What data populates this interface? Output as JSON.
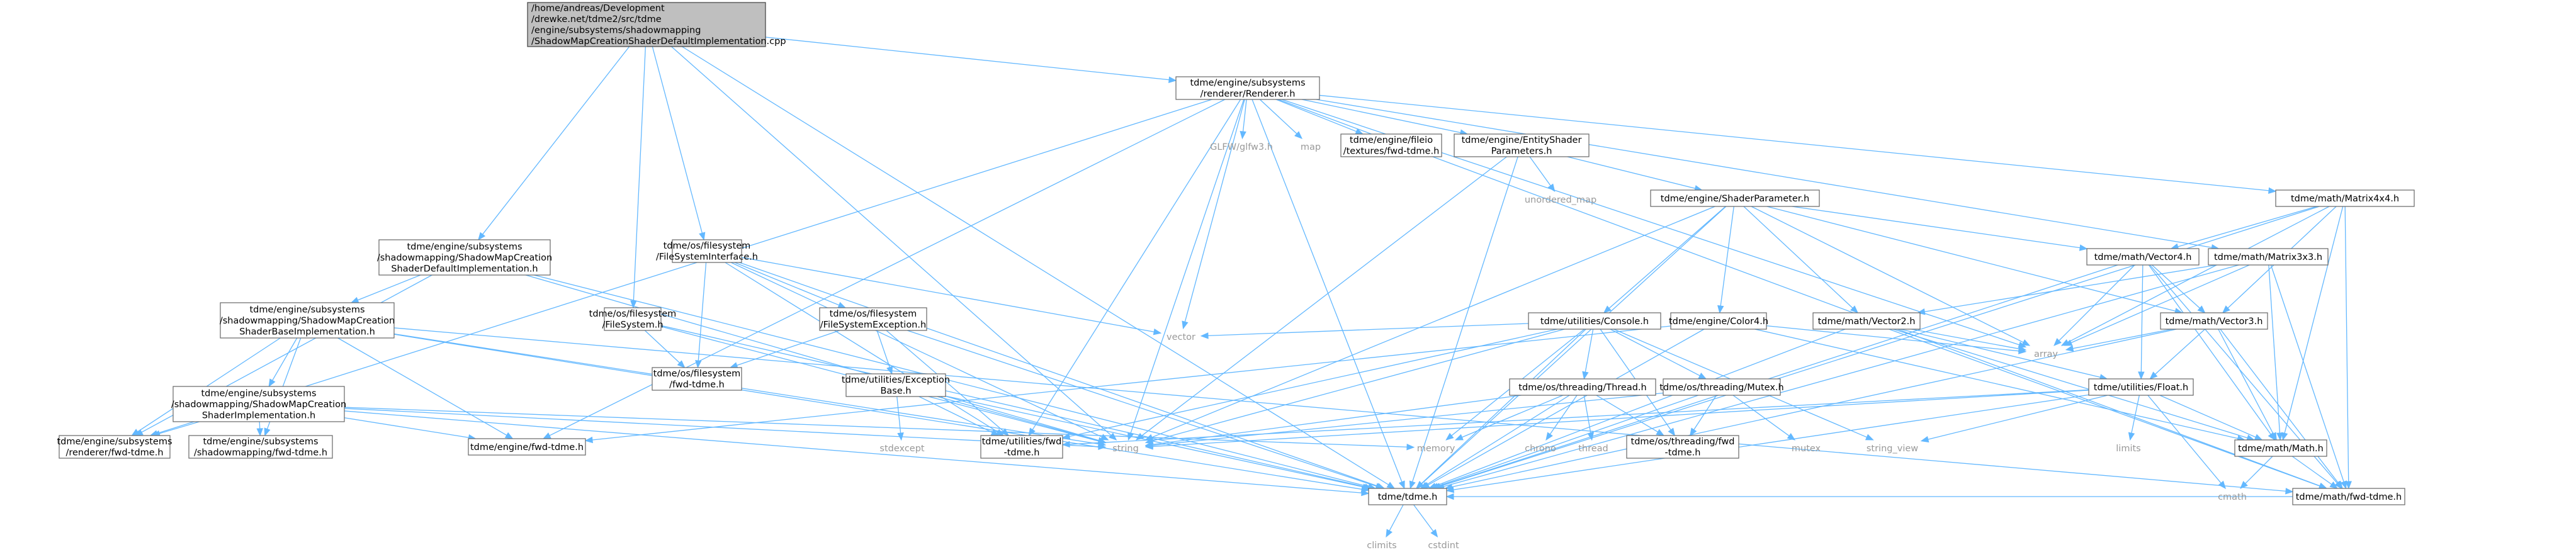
{
  "title": "/home/andreas/Development/drewke.net/tdme2/src/tdme/engine/subsystems/shadowmapping/ShadowMapCreationShaderDefaultImplementation.cpp",
  "colors": {
    "edge": "#63b8ff",
    "root_fill": "#bfbfbf",
    "node_border": "#666666",
    "system_text": "#999999"
  },
  "nodes": [
    {
      "id": "root",
      "type": "root",
      "lines": [
        "/home/andreas/Development",
        "/drewke.net/tdme2/src/tdme",
        "/engine/subsystems/shadowmapping",
        "/ShadowMapCreationShaderDefaultImplementation.cpp"
      ]
    },
    {
      "id": "renderer",
      "type": "header",
      "lines": [
        "tdme/engine/subsystems",
        "/renderer/Renderer.h"
      ]
    },
    {
      "id": "smcsdi_h",
      "type": "header",
      "lines": [
        "tdme/engine/subsystems",
        "/shadowmapping/ShadowMapCreation",
        "ShaderDefaultImplementation.h"
      ]
    },
    {
      "id": "fsi",
      "type": "header",
      "lines": [
        "tdme/os/filesystem",
        "/FileSystemInterface.h"
      ]
    },
    {
      "id": "fs",
      "type": "header",
      "lines": [
        "tdme/os/filesystem",
        "/FileSystem.h"
      ]
    },
    {
      "id": "glfw",
      "type": "system",
      "lines": [
        "GLFW/glfw3.h"
      ]
    },
    {
      "id": "map",
      "type": "system",
      "lines": [
        "map"
      ]
    },
    {
      "id": "fileio_fwd",
      "type": "header",
      "lines": [
        "tdme/engine/fileio",
        "/textures/fwd-tdme.h"
      ]
    },
    {
      "id": "esp",
      "type": "header",
      "lines": [
        "tdme/engine/EntityShader",
        "Parameters.h"
      ]
    },
    {
      "id": "unordered_map",
      "type": "system",
      "lines": [
        "unordered_map"
      ]
    },
    {
      "id": "shaderparam",
      "type": "header",
      "lines": [
        "tdme/engine/ShaderParameter.h"
      ]
    },
    {
      "id": "m44",
      "type": "header",
      "lines": [
        "tdme/math/Matrix4x4.h"
      ]
    },
    {
      "id": "m33",
      "type": "header",
      "lines": [
        "tdme/math/Matrix3x3.h"
      ]
    },
    {
      "id": "v4",
      "type": "header",
      "lines": [
        "tdme/math/Vector4.h"
      ]
    },
    {
      "id": "smcsbi",
      "type": "header",
      "lines": [
        "tdme/engine/subsystems",
        "/shadowmapping/ShadowMapCreation",
        "ShaderBaseImplementation.h"
      ]
    },
    {
      "id": "fse",
      "type": "header",
      "lines": [
        "tdme/os/filesystem",
        "/FileSystemException.h"
      ]
    },
    {
      "id": "fs_fwd",
      "type": "header",
      "lines": [
        "tdme/os/filesystem",
        "/fwd-tdme.h"
      ]
    },
    {
      "id": "console",
      "type": "header",
      "lines": [
        "tdme/utilities/Console.h"
      ]
    },
    {
      "id": "color4",
      "type": "header",
      "lines": [
        "tdme/engine/Color4.h"
      ]
    },
    {
      "id": "v2",
      "type": "header",
      "lines": [
        "tdme/math/Vector2.h"
      ]
    },
    {
      "id": "v3",
      "type": "header",
      "lines": [
        "tdme/math/Vector3.h"
      ]
    },
    {
      "id": "vector",
      "type": "system",
      "lines": [
        "vector"
      ]
    },
    {
      "id": "array",
      "type": "system",
      "lines": [
        "array"
      ]
    },
    {
      "id": "smcsi",
      "type": "header",
      "lines": [
        "tdme/engine/subsystems",
        "/shadowmapping/ShadowMapCreation",
        "ShaderImplementation.h"
      ]
    },
    {
      "id": "exbase",
      "type": "header",
      "lines": [
        "tdme/utilities/Exception",
        "Base.h"
      ]
    },
    {
      "id": "thread_h",
      "type": "header",
      "lines": [
        "tdme/os/threading/Thread.h"
      ]
    },
    {
      "id": "mutex_h",
      "type": "header",
      "lines": [
        "tdme/os/threading/Mutex.h"
      ]
    },
    {
      "id": "float_h",
      "type": "header",
      "lines": [
        "tdme/utilities/Float.h"
      ]
    },
    {
      "id": "renderer_fwd",
      "type": "header",
      "lines": [
        "tdme/engine/subsystems",
        "/renderer/fwd-tdme.h"
      ]
    },
    {
      "id": "sm_fwd",
      "type": "header",
      "lines": [
        "tdme/engine/subsystems",
        "/shadowmapping/fwd-tdme.h"
      ]
    },
    {
      "id": "engine_fwd",
      "type": "header",
      "lines": [
        "tdme/engine/fwd-tdme.h"
      ]
    },
    {
      "id": "utilities_fwd",
      "type": "header",
      "lines": [
        "tdme/utilities/fwd",
        "-tdme.h"
      ]
    },
    {
      "id": "stdexcept",
      "type": "system",
      "lines": [
        "stdexcept"
      ]
    },
    {
      "id": "string",
      "type": "system",
      "lines": [
        "string"
      ]
    },
    {
      "id": "memory",
      "type": "system",
      "lines": [
        "memory"
      ]
    },
    {
      "id": "chrono",
      "type": "system",
      "lines": [
        "chrono"
      ]
    },
    {
      "id": "thread",
      "type": "system",
      "lines": [
        "thread"
      ]
    },
    {
      "id": "threading_fwd",
      "type": "header",
      "lines": [
        "tdme/os/threading/fwd",
        "-tdme.h"
      ]
    },
    {
      "id": "mutex",
      "type": "system",
      "lines": [
        "mutex"
      ]
    },
    {
      "id": "string_view",
      "type": "system",
      "lines": [
        "string_view"
      ]
    },
    {
      "id": "limits",
      "type": "system",
      "lines": [
        "limits"
      ]
    },
    {
      "id": "math_h",
      "type": "header",
      "lines": [
        "tdme/math/Math.h"
      ]
    },
    {
      "id": "tdme_h",
      "type": "header",
      "lines": [
        "tdme/tdme.h"
      ]
    },
    {
      "id": "cmath",
      "type": "system",
      "lines": [
        "cmath"
      ]
    },
    {
      "id": "math_fwd",
      "type": "header",
      "lines": [
        "tdme/math/fwd-tdme.h"
      ]
    },
    {
      "id": "climits",
      "type": "system",
      "lines": [
        "climits"
      ]
    },
    {
      "id": "cstdint",
      "type": "system",
      "lines": [
        "cstdint"
      ]
    }
  ],
  "edges": [
    [
      "root",
      "renderer"
    ],
    [
      "root",
      "smcsdi_h"
    ],
    [
      "root",
      "fsi"
    ],
    [
      "root",
      "fs"
    ],
    [
      "root",
      "string"
    ],
    [
      "root",
      "tdme_h"
    ],
    [
      "renderer",
      "glfw"
    ],
    [
      "renderer",
      "map"
    ],
    [
      "renderer",
      "fileio_fwd"
    ],
    [
      "renderer",
      "esp"
    ],
    [
      "renderer",
      "m44"
    ],
    [
      "renderer",
      "m33"
    ],
    [
      "renderer",
      "array"
    ],
    [
      "renderer",
      "vector"
    ],
    [
      "renderer",
      "string"
    ],
    [
      "renderer",
      "renderer_fwd"
    ],
    [
      "renderer",
      "engine_fwd"
    ],
    [
      "renderer",
      "utilities_fwd"
    ],
    [
      "renderer",
      "tdme_h"
    ],
    [
      "renderer",
      "math_fwd"
    ],
    [
      "esp",
      "unordered_map"
    ],
    [
      "esp",
      "shaderparam"
    ],
    [
      "esp",
      "string"
    ],
    [
      "esp",
      "tdme_h"
    ],
    [
      "shaderparam",
      "v4"
    ],
    [
      "shaderparam",
      "v3"
    ],
    [
      "shaderparam",
      "v2"
    ],
    [
      "shaderparam",
      "color4"
    ],
    [
      "shaderparam",
      "console"
    ],
    [
      "shaderparam",
      "array"
    ],
    [
      "shaderparam",
      "string"
    ],
    [
      "shaderparam",
      "tdme_h"
    ],
    [
      "m44",
      "v4"
    ],
    [
      "m44",
      "v3"
    ],
    [
      "m44",
      "math_h"
    ],
    [
      "m44",
      "array"
    ],
    [
      "m44",
      "tdme_h"
    ],
    [
      "m44",
      "math_fwd"
    ],
    [
      "m33",
      "v2"
    ],
    [
      "m33",
      "math_h"
    ],
    [
      "m33",
      "array"
    ],
    [
      "m33",
      "tdme_h"
    ],
    [
      "m33",
      "math_fwd"
    ],
    [
      "v4",
      "v3"
    ],
    [
      "v4",
      "float_h"
    ],
    [
      "v4",
      "math_h"
    ],
    [
      "v4",
      "array"
    ],
    [
      "v4",
      "tdme_h"
    ],
    [
      "v4",
      "math_fwd"
    ],
    [
      "v3",
      "float_h"
    ],
    [
      "v3",
      "math_h"
    ],
    [
      "v3",
      "array"
    ],
    [
      "v3",
      "tdme_h"
    ],
    [
      "v3",
      "math_fwd"
    ],
    [
      "v2",
      "float_h"
    ],
    [
      "v2",
      "math_h"
    ],
    [
      "v2",
      "array"
    ],
    [
      "v2",
      "tdme_h"
    ],
    [
      "v2",
      "math_fwd"
    ],
    [
      "color4",
      "math_h"
    ],
    [
      "color4",
      "array"
    ],
    [
      "color4",
      "engine_fwd"
    ],
    [
      "color4",
      "tdme_h"
    ],
    [
      "console",
      "memory"
    ],
    [
      "console",
      "mutex_h"
    ],
    [
      "console",
      "thread_h"
    ],
    [
      "console",
      "threading_fwd"
    ],
    [
      "console",
      "string"
    ],
    [
      "console",
      "string_view"
    ],
    [
      "console",
      "vector"
    ],
    [
      "console",
      "utilities_fwd"
    ],
    [
      "console",
      "tdme_h"
    ],
    [
      "thread_h",
      "chrono"
    ],
    [
      "thread_h",
      "thread"
    ],
    [
      "thread_h",
      "memory"
    ],
    [
      "thread_h",
      "string"
    ],
    [
      "thread_h",
      "threading_fwd"
    ],
    [
      "thread_h",
      "tdme_h"
    ],
    [
      "mutex_h",
      "mutex"
    ],
    [
      "mutex_h",
      "string"
    ],
    [
      "mutex_h",
      "threading_fwd"
    ],
    [
      "mutex_h",
      "tdme_h"
    ],
    [
      "float_h",
      "limits"
    ],
    [
      "float_h",
      "cmath"
    ],
    [
      "float_h",
      "string"
    ],
    [
      "float_h",
      "string_view"
    ],
    [
      "float_h",
      "math_h"
    ],
    [
      "float_h",
      "utilities_fwd"
    ],
    [
      "float_h",
      "tdme_h"
    ],
    [
      "math_h",
      "cmath"
    ],
    [
      "math_h",
      "math_fwd"
    ],
    [
      "math_fwd",
      "tdme_h"
    ],
    [
      "smcsdi_h",
      "smcsbi"
    ],
    [
      "smcsdi_h",
      "renderer_fwd"
    ],
    [
      "smcsdi_h",
      "string"
    ],
    [
      "smcsdi_h",
      "tdme_h"
    ],
    [
      "smcsbi",
      "smcsi"
    ],
    [
      "smcsbi",
      "renderer_fwd"
    ],
    [
      "smcsbi",
      "sm_fwd"
    ],
    [
      "smcsbi",
      "engine_fwd"
    ],
    [
      "smcsbi",
      "string"
    ],
    [
      "smcsbi",
      "tdme_h"
    ],
    [
      "smcsbi",
      "math_fwd"
    ],
    [
      "smcsi",
      "renderer_fwd"
    ],
    [
      "smcsi",
      "sm_fwd"
    ],
    [
      "smcsi",
      "engine_fwd"
    ],
    [
      "smcsi",
      "memory"
    ],
    [
      "smcsi",
      "string"
    ],
    [
      "smcsi",
      "tdme_h"
    ],
    [
      "fsi",
      "fse"
    ],
    [
      "fsi",
      "fs_fwd"
    ],
    [
      "fsi",
      "string"
    ],
    [
      "fsi",
      "vector"
    ],
    [
      "fsi",
      "tdme_h"
    ],
    [
      "fsi",
      "utilities_fwd"
    ],
    [
      "fs",
      "fs_fwd"
    ],
    [
      "fs",
      "string"
    ],
    [
      "fs",
      "tdme_h"
    ],
    [
      "fse",
      "exbase"
    ],
    [
      "fse",
      "fs_fwd"
    ],
    [
      "fse",
      "utilities_fwd"
    ],
    [
      "fse",
      "tdme_h"
    ],
    [
      "exbase",
      "stdexcept"
    ],
    [
      "exbase",
      "string"
    ],
    [
      "exbase",
      "utilities_fwd"
    ],
    [
      "exbase",
      "tdme_h"
    ],
    [
      "tdme_h",
      "climits"
    ],
    [
      "tdme_h",
      "cstdint"
    ]
  ]
}
